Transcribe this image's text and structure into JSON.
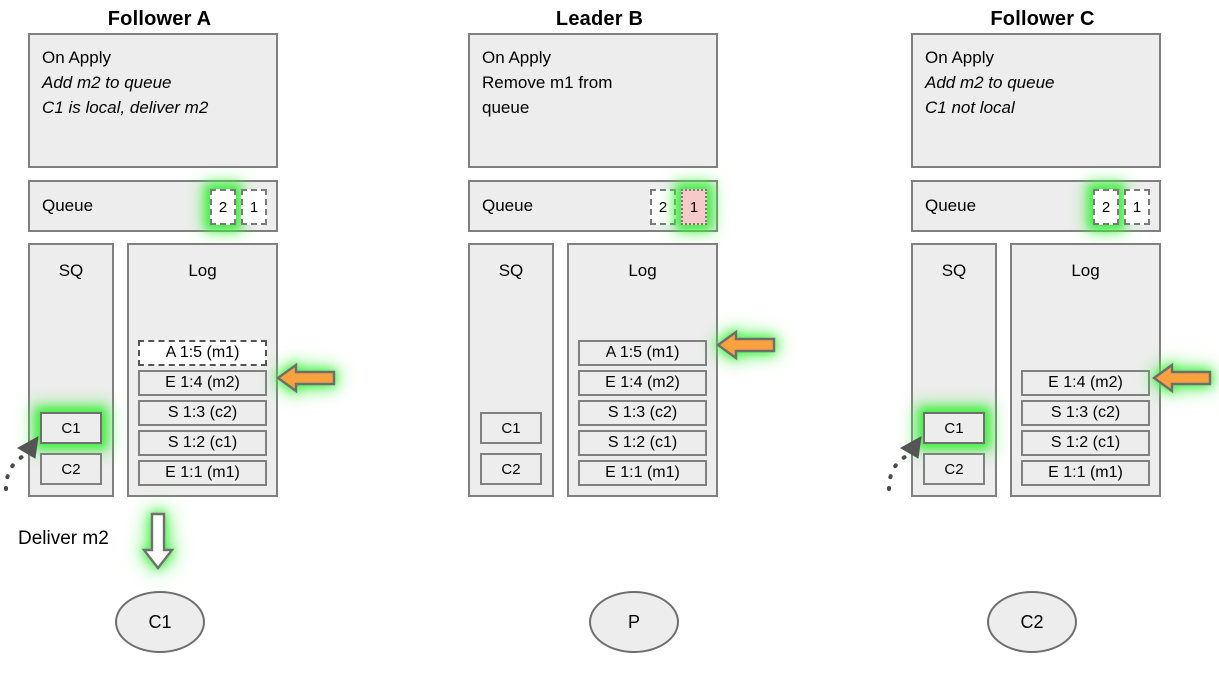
{
  "diagram": {
    "title_hidden": "",
    "columns": [
      {
        "id": "follower-a",
        "title": "Follower A",
        "apply": {
          "header": "On Apply",
          "lines": [
            "Add m2 to queue",
            "C1 is local, deliver m2"
          ]
        },
        "queue": {
          "label": "Queue",
          "cells": [
            {
              "value": "2",
              "style": "dashed",
              "highlight": true
            },
            {
              "value": "1",
              "style": "dashed",
              "highlight": false
            }
          ]
        },
        "sq": {
          "title": "SQ",
          "clients": [
            {
              "value": "C1",
              "highlight": true
            },
            {
              "value": "C2",
              "highlight": false
            }
          ]
        },
        "log": {
          "title": "Log",
          "entries": [
            {
              "value": "A 1:5 (m1)",
              "style": "dashed"
            },
            {
              "value": "E 1:4 (m2)",
              "style": "solid"
            },
            {
              "value": "S 1:3 (c2)",
              "style": "solid"
            },
            {
              "value": "S 1:2 (c1)",
              "style": "solid"
            },
            {
              "value": "E 1:1 (m1)",
              "style": "solid"
            }
          ]
        },
        "arrow": {
          "name": "apply-pointer-arrow",
          "direction": "left",
          "points_at": "E 1:4 (m2)"
        },
        "deliver": {
          "label": "Deliver m2",
          "arrow_direction": "down"
        },
        "node": {
          "value": "C1"
        }
      },
      {
        "id": "leader-b",
        "title": "Leader B",
        "apply": {
          "header": "On Apply",
          "lines": [
            "Remove m1 from",
            "queue"
          ]
        },
        "queue": {
          "label": "Queue",
          "cells": [
            {
              "value": "2",
              "style": "dashed",
              "highlight": false
            },
            {
              "value": "1",
              "style": "dotted-pink",
              "highlight": true
            }
          ]
        },
        "sq": {
          "title": "SQ",
          "clients": [
            {
              "value": "C1",
              "highlight": false
            },
            {
              "value": "C2",
              "highlight": false
            }
          ]
        },
        "log": {
          "title": "Log",
          "entries": [
            {
              "value": "A 1:5 (m1)",
              "style": "solid"
            },
            {
              "value": "E 1:4 (m2)",
              "style": "solid"
            },
            {
              "value": "S 1:3 (c2)",
              "style": "solid"
            },
            {
              "value": "S 1:2 (c1)",
              "style": "solid"
            },
            {
              "value": "E 1:1 (m1)",
              "style": "solid"
            }
          ]
        },
        "arrow": {
          "name": "apply-pointer-arrow",
          "direction": "left",
          "points_at": "A 1:5 (m1)"
        },
        "deliver": null,
        "node": {
          "value": "P"
        }
      },
      {
        "id": "follower-c",
        "title": "Follower C",
        "apply": {
          "header": "On Apply",
          "lines": [
            "Add m2 to queue",
            "C1 not local"
          ]
        },
        "queue": {
          "label": "Queue",
          "cells": [
            {
              "value": "2",
              "style": "dashed",
              "highlight": true
            },
            {
              "value": "1",
              "style": "dashed",
              "highlight": false
            }
          ]
        },
        "sq": {
          "title": "SQ",
          "clients": [
            {
              "value": "C1",
              "highlight": true
            },
            {
              "value": "C2",
              "highlight": false
            }
          ]
        },
        "log": {
          "title": "Log",
          "entries": [
            {
              "value": "E 1:4 (m2)",
              "style": "solid"
            },
            {
              "value": "S 1:3 (c2)",
              "style": "solid"
            },
            {
              "value": "S 1:2 (c1)",
              "style": "solid"
            },
            {
              "value": "E 1:1 (m1)",
              "style": "solid"
            }
          ]
        },
        "arrow": {
          "name": "apply-pointer-arrow",
          "direction": "left",
          "points_at": "E 1:4 (m2)"
        },
        "deliver": null,
        "node": {
          "value": "C2"
        }
      }
    ],
    "colors": {
      "panel_fill": "#ededed",
      "panel_border": "#808080",
      "arrow_fill": "#f9a03f",
      "arrow_border": "#6e6e6e",
      "highlight_glow": "#3ef03e",
      "queue_pending_fill": "#f7c9c9",
      "background": "#ffffff"
    }
  }
}
